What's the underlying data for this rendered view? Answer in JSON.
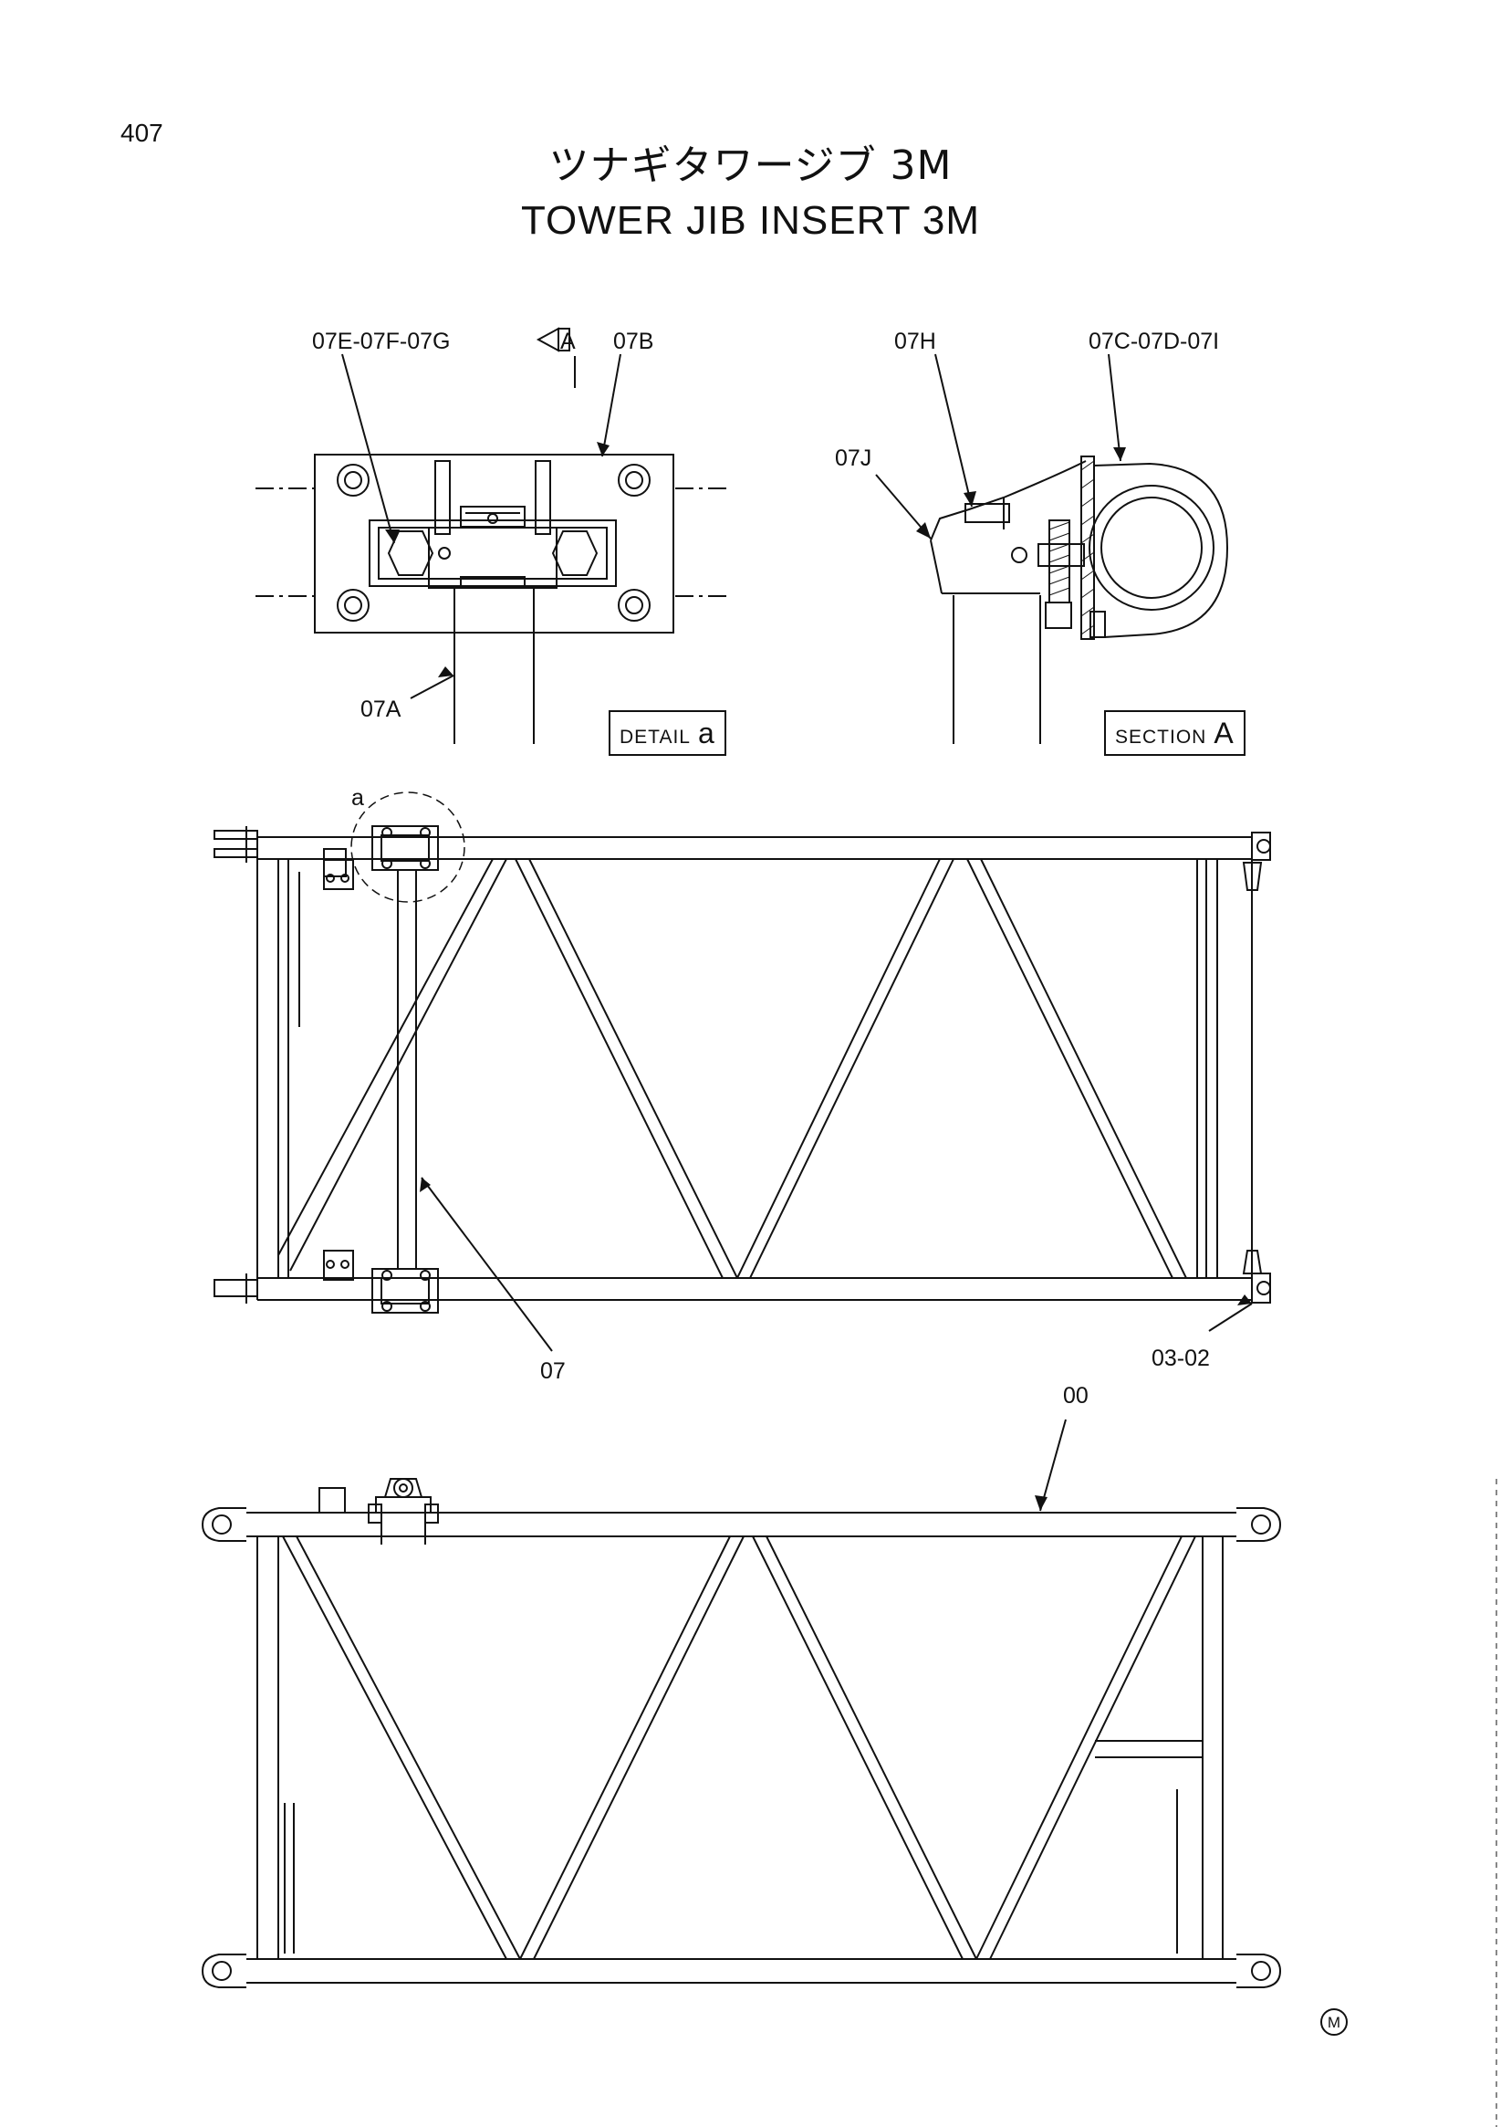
{
  "page_number": "407",
  "title_jp": "ツナギタワージブ 3M",
  "title_en": "TOWER JIB INSERT 3M",
  "labels": {
    "l07efg": "07E-07F-07G",
    "view_arrow": "A",
    "l07b": "07B",
    "l07h": "07H",
    "l07cdi": "07C-07D-07I",
    "l07j": "07J",
    "l07a": "07A",
    "detail_word": "DETAIL",
    "detail_letter": "a",
    "section_word": "SECTION",
    "section_letter": "A",
    "detail_mark": "a",
    "l07": "07",
    "l0302": "03-02",
    "l00": "00",
    "corner_mark": "M"
  },
  "colors": {
    "line": "#111111",
    "paper": "#ffffff"
  }
}
